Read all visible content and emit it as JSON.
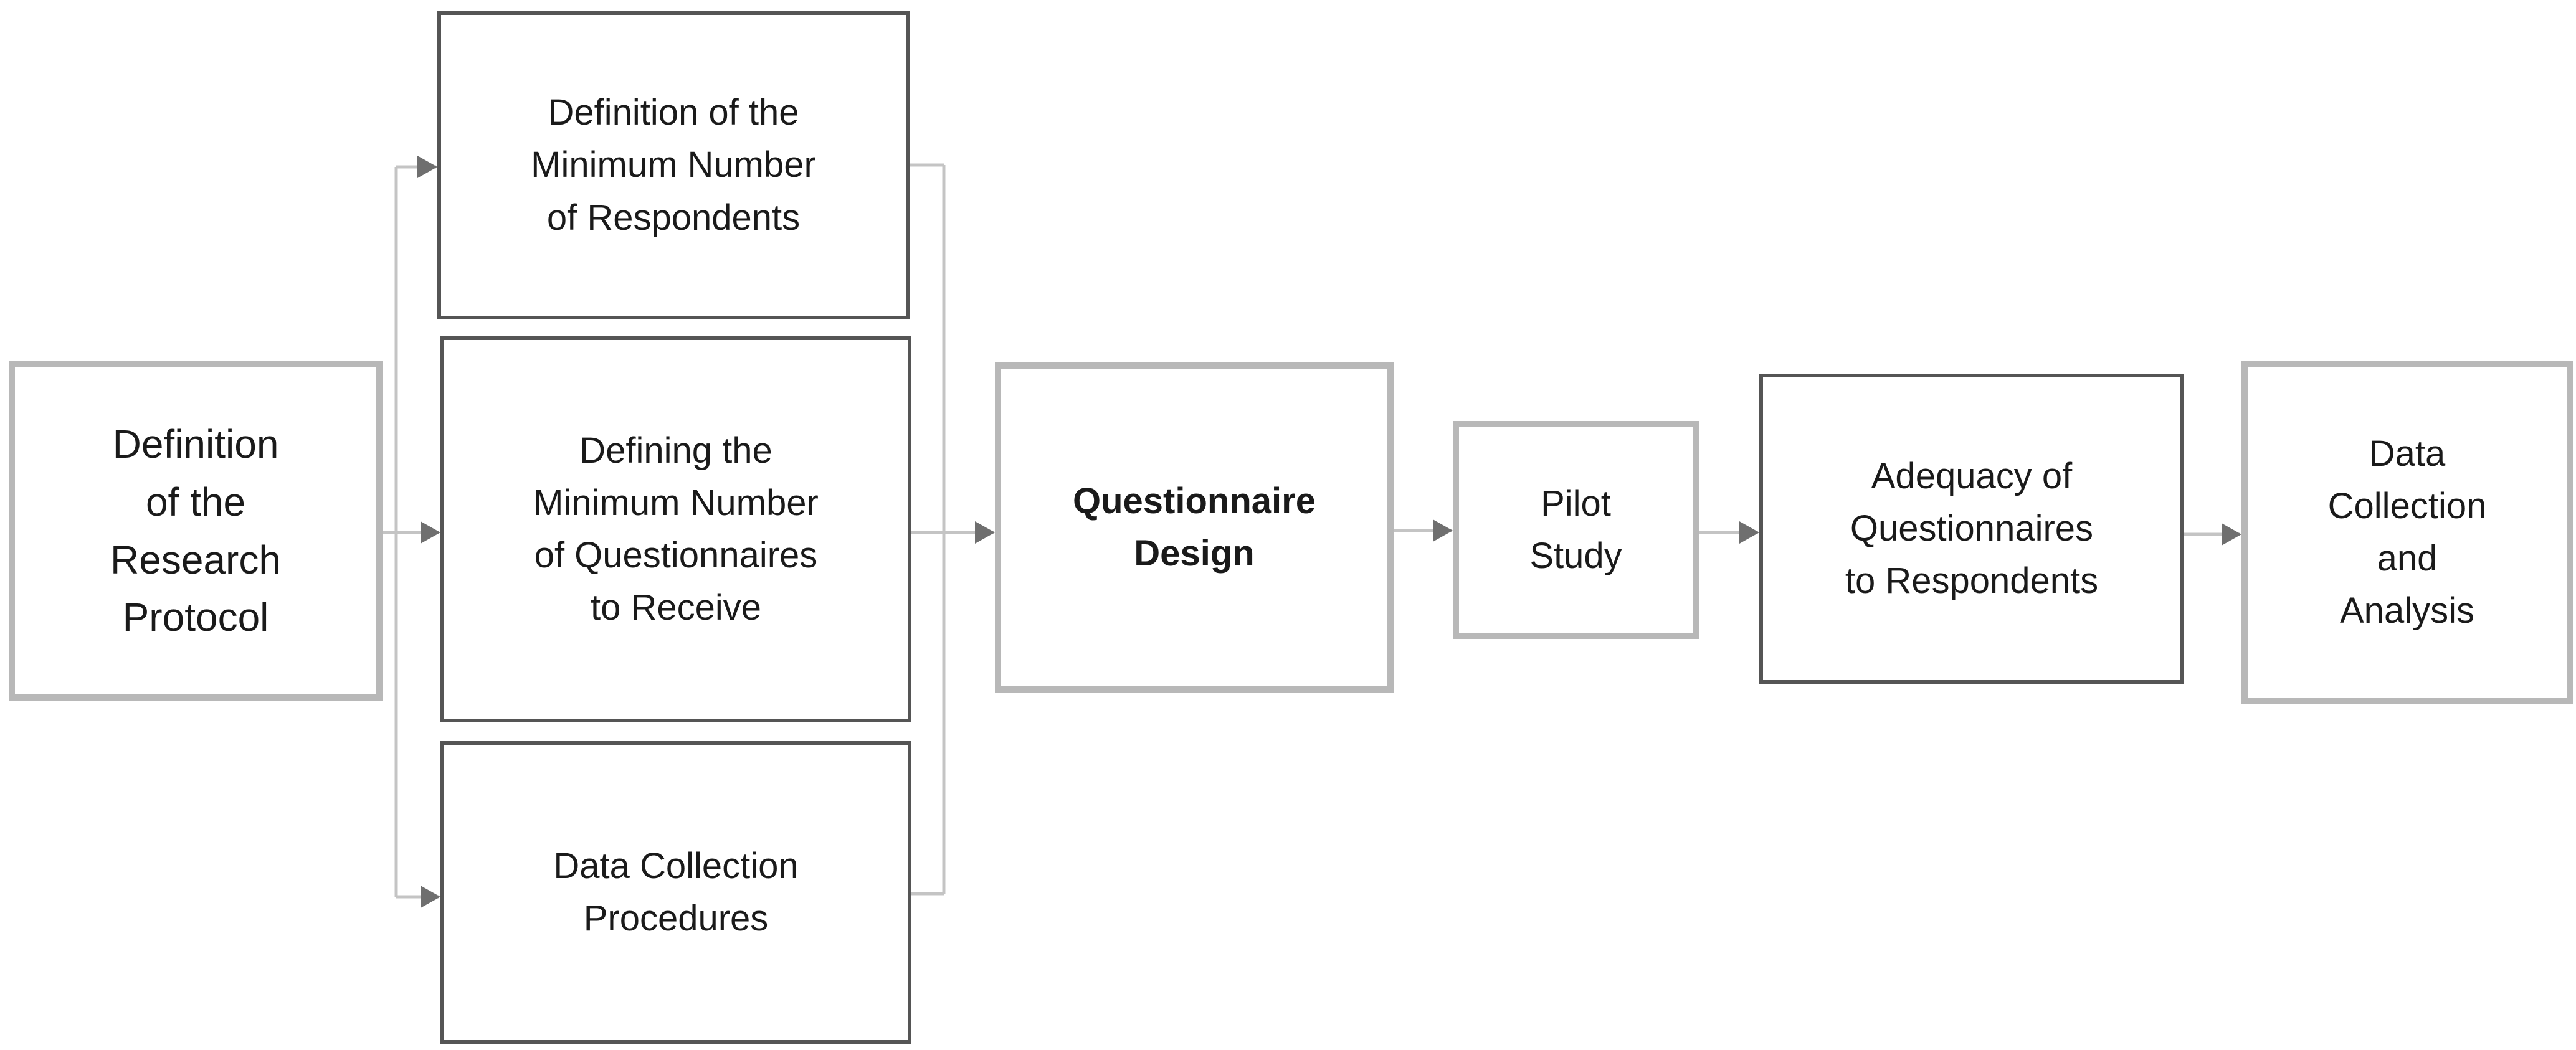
{
  "diagram": {
    "colors": {
      "box_border_light": "#b8b8b8",
      "box_border_dark": "#555555",
      "connector": "#c4c4c4",
      "arrowhead": "#6f6f6f",
      "text": "#1a1a1a"
    },
    "nodes": {
      "protocol": "Definition\nof the\nResearch\nProtocol",
      "respondents": "Definition of the\nMinimum Number\nof Respondents",
      "questionnaires": "Defining the\nMinimum Number\nof Questionnaires\nto Receive",
      "procedures": "Data Collection\nProcedures",
      "design": "Questionnaire\nDesign",
      "pilot": "Pilot\nStudy",
      "adequacy": "Adequacy of\nQuestionnaires\nto Respondents",
      "analysis": "Data\nCollection\nand\nAnalysis"
    },
    "edges": [
      {
        "from": "protocol",
        "to": "respondents"
      },
      {
        "from": "protocol",
        "to": "questionnaires"
      },
      {
        "from": "protocol",
        "to": "procedures"
      },
      {
        "from": "respondents",
        "to": "design"
      },
      {
        "from": "questionnaires",
        "to": "design"
      },
      {
        "from": "procedures",
        "to": "design"
      },
      {
        "from": "design",
        "to": "pilot"
      },
      {
        "from": "pilot",
        "to": "adequacy"
      },
      {
        "from": "adequacy",
        "to": "analysis"
      }
    ]
  }
}
